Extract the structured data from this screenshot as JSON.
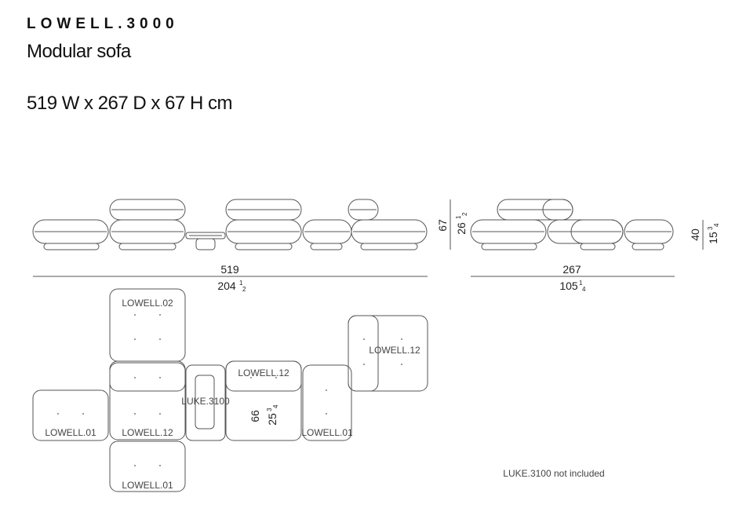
{
  "header": {
    "brand": "LOWELL.3000",
    "product_type": "Modular sofa",
    "dimensions": "519 W x 267 D x 67 H cm"
  },
  "drawing": {
    "front_width_cm": "519",
    "front_width_in": "204",
    "front_width_in_frac": "1",
    "front_width_in_frac_den": "2",
    "height_cm": "67",
    "height_in": "26",
    "height_in_frac": "1",
    "height_in_frac_den": "2",
    "side_depth_cm": "267",
    "side_depth_in": "105",
    "side_depth_in_frac": "1",
    "side_depth_in_frac_den": "4",
    "seat_height_cm": "40",
    "seat_height_in": "15",
    "seat_height_in_frac": "3",
    "seat_height_in_frac_den": "4",
    "module_depth_cm": "66",
    "module_depth_in": "25",
    "module_depth_in_frac": "3",
    "module_depth_in_frac_den": "4"
  },
  "modules": {
    "top_backrest": "LOWELL.02",
    "left_module": "LOWELL.01",
    "center_module": "LOWELL.12",
    "table_module": "LUKE.3100",
    "middle_module": "LOWELL.12",
    "right_module": "LOWELL.01",
    "far_right_module": "LOWELL.12",
    "bottom_module": "LOWELL.01"
  },
  "note": "LUKE.3100 not included",
  "colors": {
    "line": "#555555",
    "text": "#111111"
  }
}
